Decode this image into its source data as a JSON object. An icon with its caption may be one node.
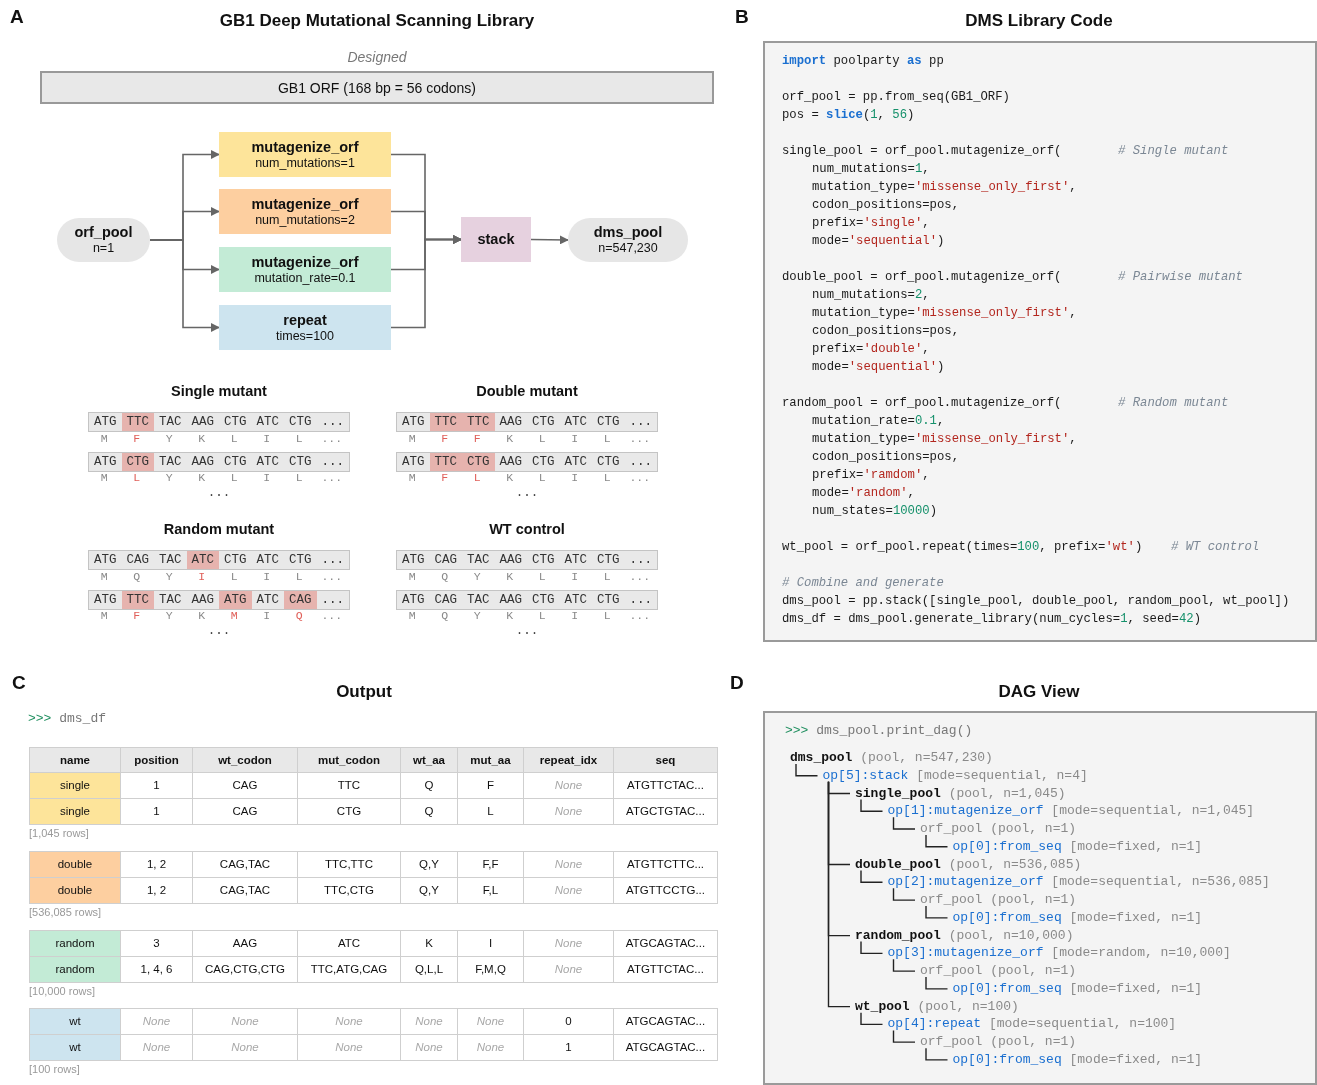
{
  "diagram": {
    "nodes": [
      {
        "text": [
          "Designed",
          "GB1 ORF (168 bp = 56 codons)"
        ]
      },
      {
        "text": [
          "orf_pool",
          "n=1"
        ]
      },
      {
        "text": [
          "mutagenize_orf",
          "num_mutations=1"
        ]
      },
      {
        "text": [
          "mutagenize_orf",
          "num_mutations=2"
        ]
      },
      {
        "text": [
          "mutagenize_orf",
          "mutation_rate=0.1"
        ]
      },
      {
        "text": [
          "repeat",
          "times=100"
        ]
      },
      {
        "text": [
          "stack"
        ]
      },
      {
        "text": [
          "dms_pool",
          "n=547,230"
        ]
      }
    ],
    "edges": [
      {
        "from": 1,
        "to": 2,
        "arrow": "to"
      },
      {
        "from": 1,
        "to": 3,
        "arrow": "to"
      },
      {
        "from": 1,
        "to": 4,
        "arrow": "to"
      },
      {
        "from": 1,
        "to": 5,
        "arrow": "to"
      },
      {
        "from": 2,
        "to": 6,
        "arrow": "to"
      },
      {
        "from": 3,
        "to": 6,
        "arrow": "to"
      },
      {
        "from": 4,
        "to": 6,
        "arrow": "to"
      },
      {
        "from": 5,
        "to": 6,
        "arrow": "to"
      },
      {
        "from": 6,
        "to": 7,
        "arrow": "to"
      }
    ],
    "labels": [
      "A",
      "GB1 Deep Mutational Scanning Library",
      "Single mutant",
      "ATG TTC TAC AAG CTG ATC CTG ...",
      "M F Y K L I L ...",
      "ATG CTG TAC AAG CTG ATC CTG ...",
      "M L Y K L I L ...",
      "...",
      "Double mutant",
      "ATG TTC TTC AAG CTG ATC CTG ...",
      "M F F K L I L ...",
      "ATG TTC CTG AAG CTG ATC CTG ...",
      "M F L K L I L ...",
      "...",
      "Random mutant",
      "ATG CAG TAC ATC CTG ATC CTG ...",
      "M Q Y I L I L ...",
      "ATG TTC TAC AAG ATG ATC CAG ...",
      "M F Y K M I Q ...",
      "...",
      "WT control",
      "ATG CAG TAC AAG CTG ATC CTG ...",
      "M Q Y K L I L ...",
      "ATG CAG TAC AAG CTG ATC CTG ...",
      "M Q Y K L I L ...",
      "...",
      "B",
      "DMS Library Code",
      "import poolparty as pp",
      "orf_pool = pp.from_seq(GB1_ORF)",
      "pos = slice(1, 56)",
      "single_pool = orf_pool.mutagenize_orf(",
      "# Single mutant",
      "num_mutations=1,",
      "mutation_type='missense_only_first',",
      "codon_positions=pos,",
      "prefix='single',",
      "mode='sequential')",
      "double_pool = orf_pool.mutagenize_orf(",
      "# Pairwise mutant",
      "num_mutations=2,",
      "mutation_type='missense_only_first',",
      "codon_positions=pos,",
      "prefix='double',",
      "mode='sequential')",
      "random_pool = orf_pool.mutagenize_orf(",
      "# Random mutant",
      "mutation_rate=0.1,",
      "mutation_type='missense_only_first',",
      "codon_positions=pos,",
      "prefix='ramdom',",
      "mode='random',",
      "num_states=10000)",
      "wt_pool = orf_pool.repeat(times=100, prefix='wt')",
      "# WT control",
      "# Combine and generate",
      "dms_pool = pp.stack([single_pool, double_pool, random_pool, wt_pool])",
      "dms_df = dms_pool.generate_library(num_cycles=1, seed=42)",
      "C",
      "Output",
      ">>> dms_df",
      "name",
      "position",
      "wt_codon",
      "mut_codon",
      "wt_aa",
      "mut_aa",
      "repeat_idx",
      "seq",
      "single",
      "1",
      "CAG",
      "TTC",
      "Q",
      "F",
      "None",
      "ATGTTCTAC...",
      "single",
      "1",
      "CAG",
      "CTG",
      "Q",
      "L",
      "None",
      "ATGCTGTAC...",
      "[1,045 rows]",
      "double",
      "1, 2",
      "CAG,TAC",
      "TTC,TTC",
      "Q,Y",
      "F,F",
      "None",
      "ATGTTCTTC...",
      "double",
      "1, 2",
      "CAG,TAC",
      "TTC,CTG",
      "Q,Y",
      "F,L",
      "None",
      "ATGTTCCTG...",
      "[536,085 rows]",
      "random",
      "3",
      "AAG",
      "ATC",
      "K",
      "I",
      "None",
      "ATGCAGTAC...",
      "random",
      "1, 4, 6",
      "CAG,CTG,CTG",
      "TTC,ATG,CAG",
      "Q,L,L",
      "F,M,Q",
      "None",
      "ATGTTCTAC...",
      "[10,000 rows]",
      "wt",
      "None",
      "None",
      "None",
      "None",
      "None",
      "0",
      "ATGCAGTAC...",
      "wt",
      "None",
      "None",
      "None",
      "None",
      "None",
      "1",
      "ATGCAGTAC...",
      "[100 rows]",
      "D",
      "DAG View",
      ">>> dms_pool.print_dag()",
      "dms_pool (pool, n=547,230)",
      "op[5]:stack [mode=sequential, n=4]",
      "single_pool (pool, n=1,045)",
      "op[1]:mutagenize_orf [mode=sequential, n=1,045]",
      "orf_pool (pool, n=1)",
      "op[0]:from_seq [mode=fixed, n=1]",
      "double_pool (pool, n=536,085)",
      "op[2]:mutagenize_orf [mode=sequential, n=536,085]",
      "orf_pool (pool, n=1)",
      "op[0]:from_seq [mode=fixed, n=1]",
      "random_pool (pool, n=10,000)",
      "op[3]:mutagenize_orf [mode=random, n=10,000]",
      "orf_pool (pool, n=1)",
      "op[0]:from_seq [mode=fixed, n=1]",
      "wt_pool (pool, n=100)",
      "op[4]:repeat [mode=sequential, n=100]",
      "orf_pool (pool, n=1)",
      "op[0]:from_seq [mode=fixed, n=1]"
    ]
  }
}
